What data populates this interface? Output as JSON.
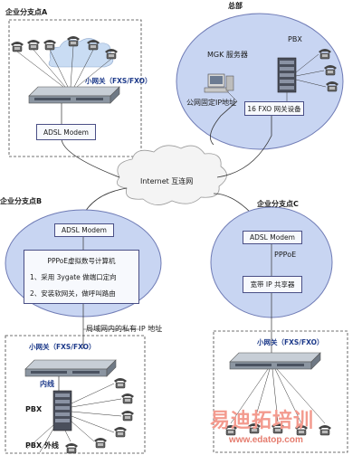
{
  "branch_a": {
    "title": "企业分支点A",
    "gateway_label": "小网关（FXS/FXO）",
    "modem_label": "ADSL Modem"
  },
  "hq": {
    "title": "总部",
    "mgk_label": "MGK 服务器",
    "pbx_label": "PBX",
    "fixed_ip_label": "公网固定IP地址",
    "fxo_box_label": "16 FXO 网关设备"
  },
  "internet": {
    "label": "Internet 互连网"
  },
  "branch_b": {
    "title": "企业分支点B",
    "modem_label": "ADSL Modem",
    "pppoe_title": "PPPoE虚拟数号计算机",
    "line1": "1、采用 3ygate 做端口定向",
    "line2": "2、安装软网关，做呼叫路由",
    "private_ip_label": "局域网内的私有 IP 地址",
    "gateway_label": "小网关（FXS/FXO）",
    "inner_line_label": "内线",
    "pbx_label": "PBX",
    "pbx_outer_label": "PBX 外线"
  },
  "branch_c": {
    "title": "企业分支点C",
    "modem_label": "ADSL Modem",
    "pppoe_label": "PPPoE",
    "share_label": "宽带 IP 共享器",
    "gateway_label": "小网关（FXS/FXO）"
  },
  "watermark": {
    "brand_cn": "易迪拓培训",
    "url": "www.edatop.com"
  },
  "colors": {
    "ellipse_fill": "#c8d5f2",
    "ellipse_stroke": "#6f7bb5",
    "cloud_fill": "#f6f6f6",
    "box_stroke": "#4a4f86",
    "watermark": "#f39a8e"
  }
}
